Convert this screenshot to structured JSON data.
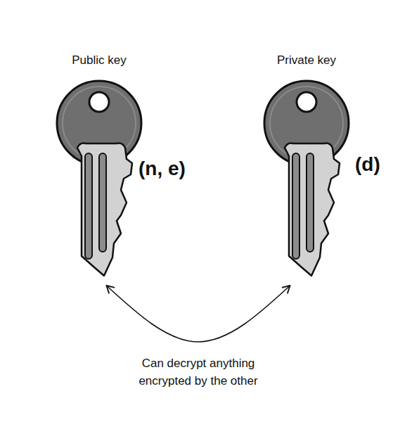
{
  "diagram": {
    "nodes": [
      {
        "text": [
          "Public key",
          "(n, e)"
        ]
      },
      {
        "text": [
          "Private key",
          "(d)"
        ]
      }
    ],
    "edges": [
      {
        "from": 0,
        "to": 1,
        "arrow": "both",
        "label": "Can decrypt anything encrypted by the other"
      }
    ]
  }
}
